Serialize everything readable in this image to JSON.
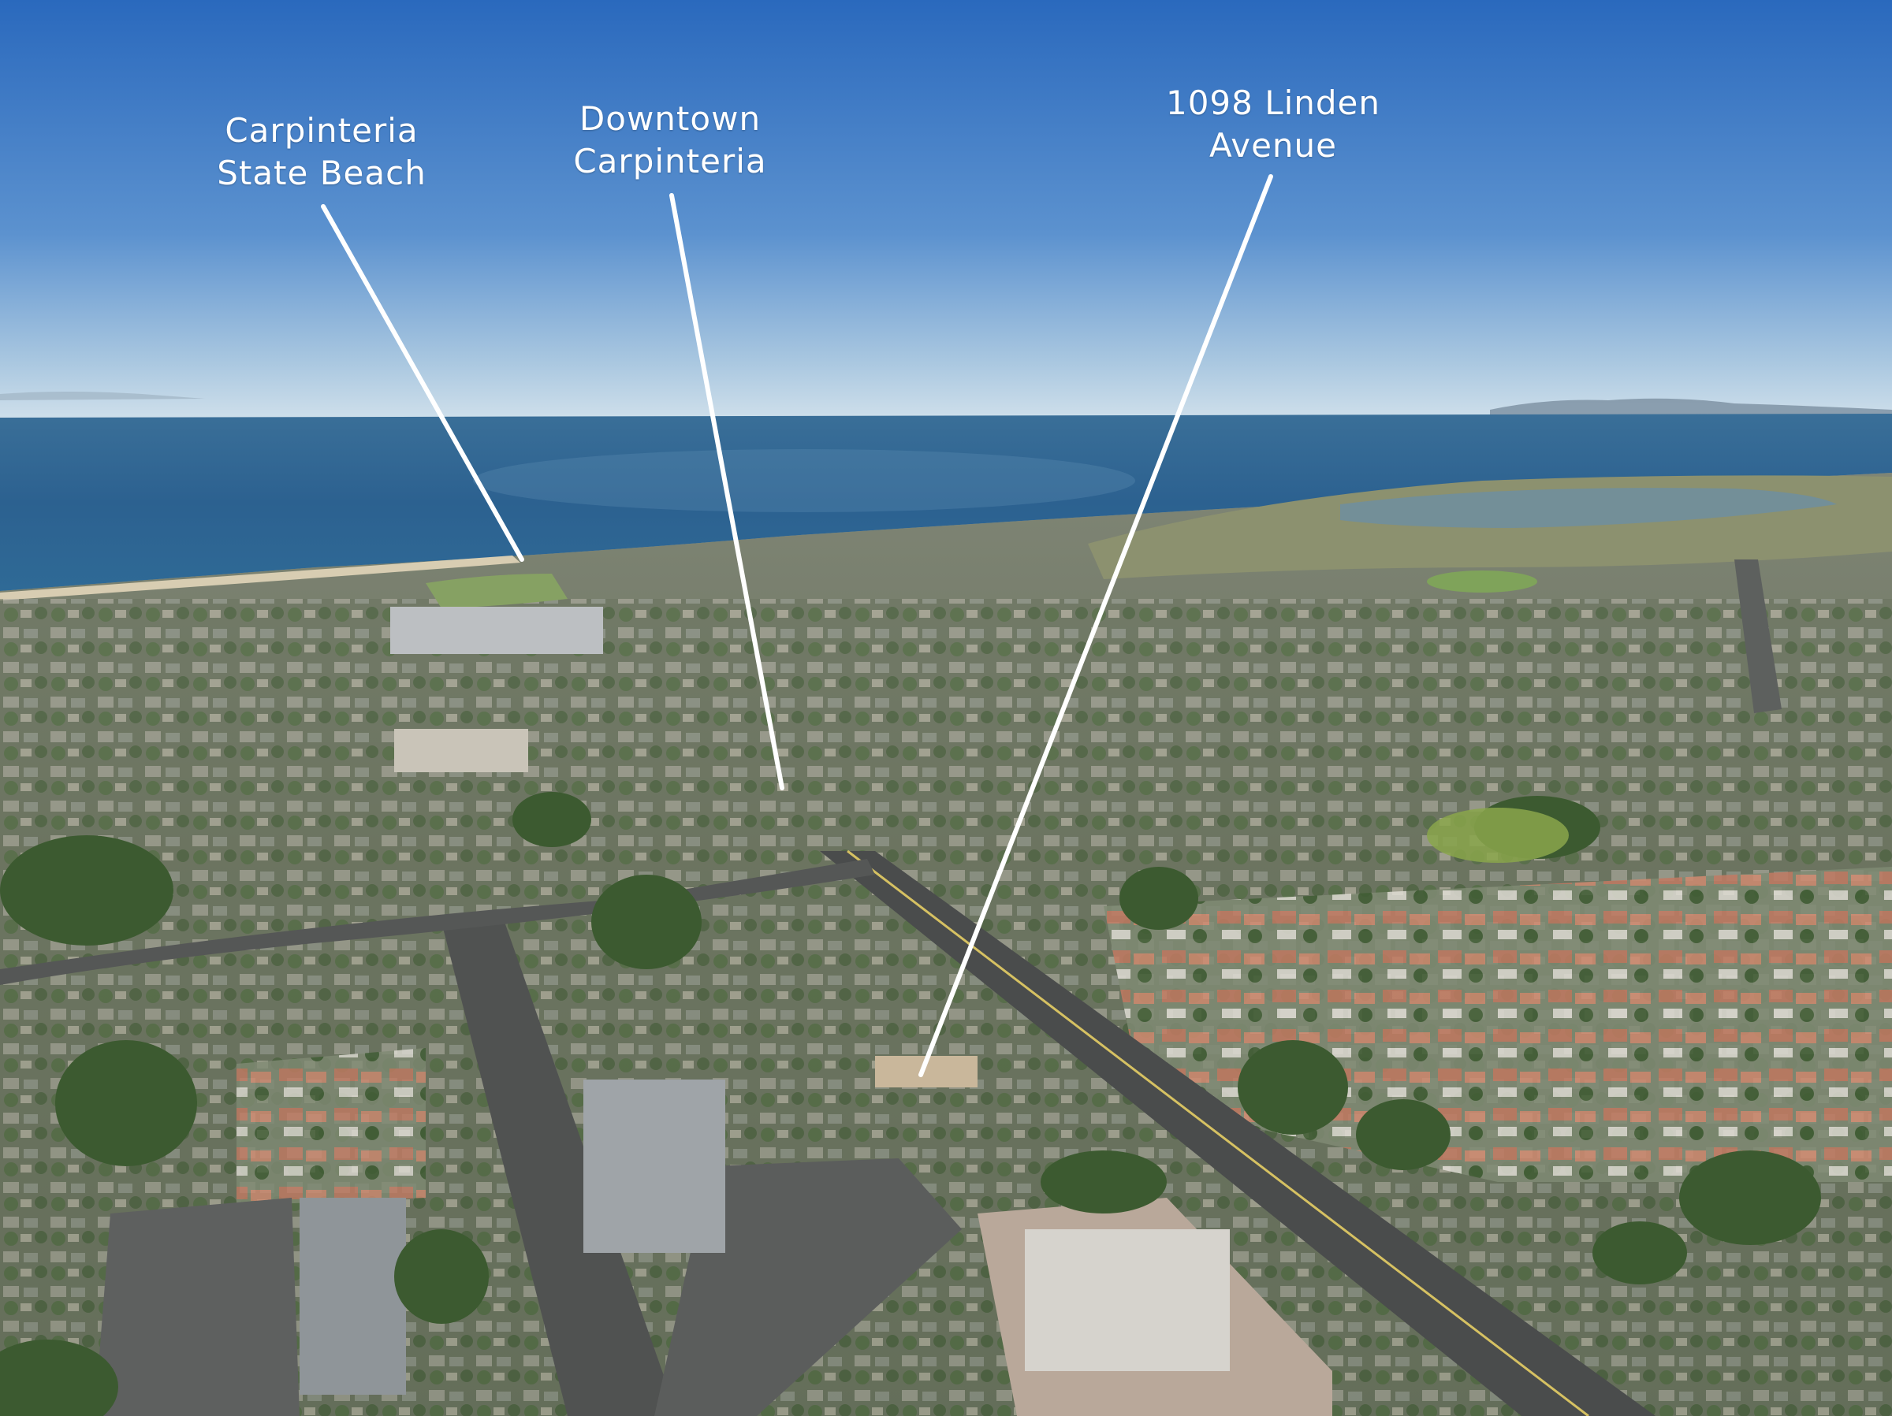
{
  "annotations": [
    {
      "line1": "Carpinteria",
      "line2": "State Beach"
    },
    {
      "line1": "Downtown",
      "line2": "Carpinteria"
    },
    {
      "line1": "1098 Linden",
      "line2": "Avenue"
    }
  ],
  "colors": {
    "sky_top": "#2f6fc0",
    "sky_horizon": "#c8dce8",
    "ocean": "#2c6493",
    "land": "#6f7a66",
    "marsh": "#8d9270",
    "label": "#ffffff"
  }
}
